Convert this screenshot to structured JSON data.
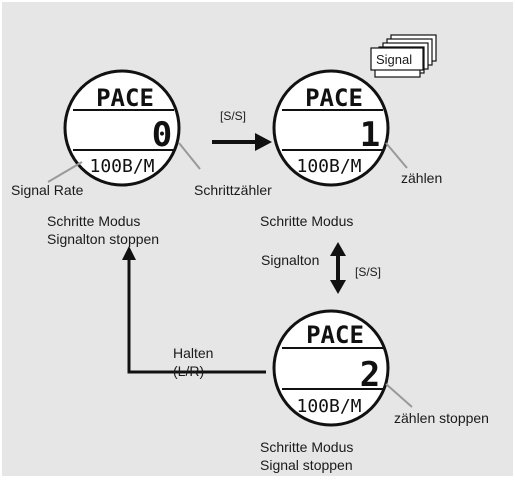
{
  "watch_1": {
    "mode": "PACE",
    "count": "0",
    "rate": "100B/M",
    "label_left": "Signal Rate",
    "label_right": "Schrittzähler",
    "caption_line1": "Schritte Modus",
    "caption_line2": "Signalton stoppen"
  },
  "watch_2": {
    "mode": "PACE",
    "count": "1",
    "rate": "100B/M",
    "label_right": "zählen",
    "caption_line1": "Schritte Modus",
    "signal_card": "Signal"
  },
  "watch_3": {
    "mode": "PACE",
    "count": "2",
    "rate": "100B/M",
    "label_right": "zählen stoppen",
    "caption_line1": "Schritte Modus",
    "caption_line2": "Signal stoppen"
  },
  "transitions": {
    "w1_to_w2": "[S/S]",
    "w2_w3_left": "Signalton",
    "w2_w3_right": "[S/S]",
    "w3_to_w1_line1": "Halten",
    "w3_to_w1_line2": "(L/R)"
  },
  "colors": {
    "background": "#e6e6e6",
    "watch_face": "#ffffff",
    "ink": "#111111",
    "leader_line": "#999999"
  }
}
